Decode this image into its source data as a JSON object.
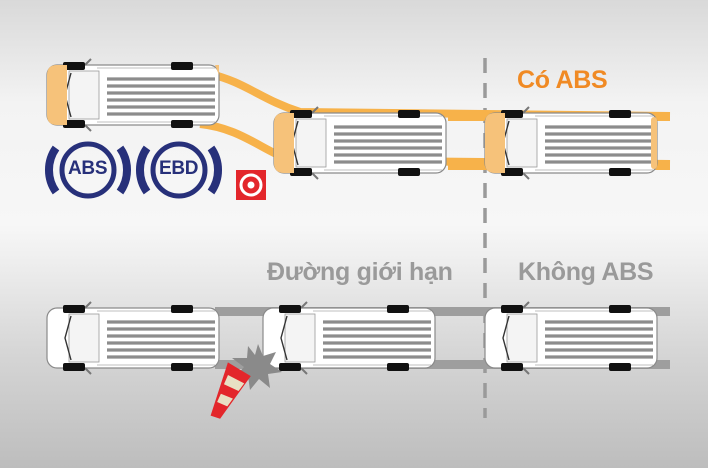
{
  "labels": {
    "with_abs": "Có ABS",
    "without_abs": "Không ABS",
    "limit_line": "Đường giới hạn"
  },
  "badges": {
    "abs": "ABS",
    "ebd": "EBD"
  },
  "icons": [
    "abs-badge-icon",
    "ebd-badge-icon",
    "target-icon",
    "traffic-cone-icon",
    "collision-burst-icon"
  ],
  "colors": {
    "orange_text": "#f08a24",
    "orange_track": "#f7b24a",
    "gray_text": "#9a9a9a",
    "gray_track": "#9e9e9e",
    "badge_blue": "#27307a",
    "target_red": "#e3262b",
    "divider": "#9a9a9a"
  }
}
